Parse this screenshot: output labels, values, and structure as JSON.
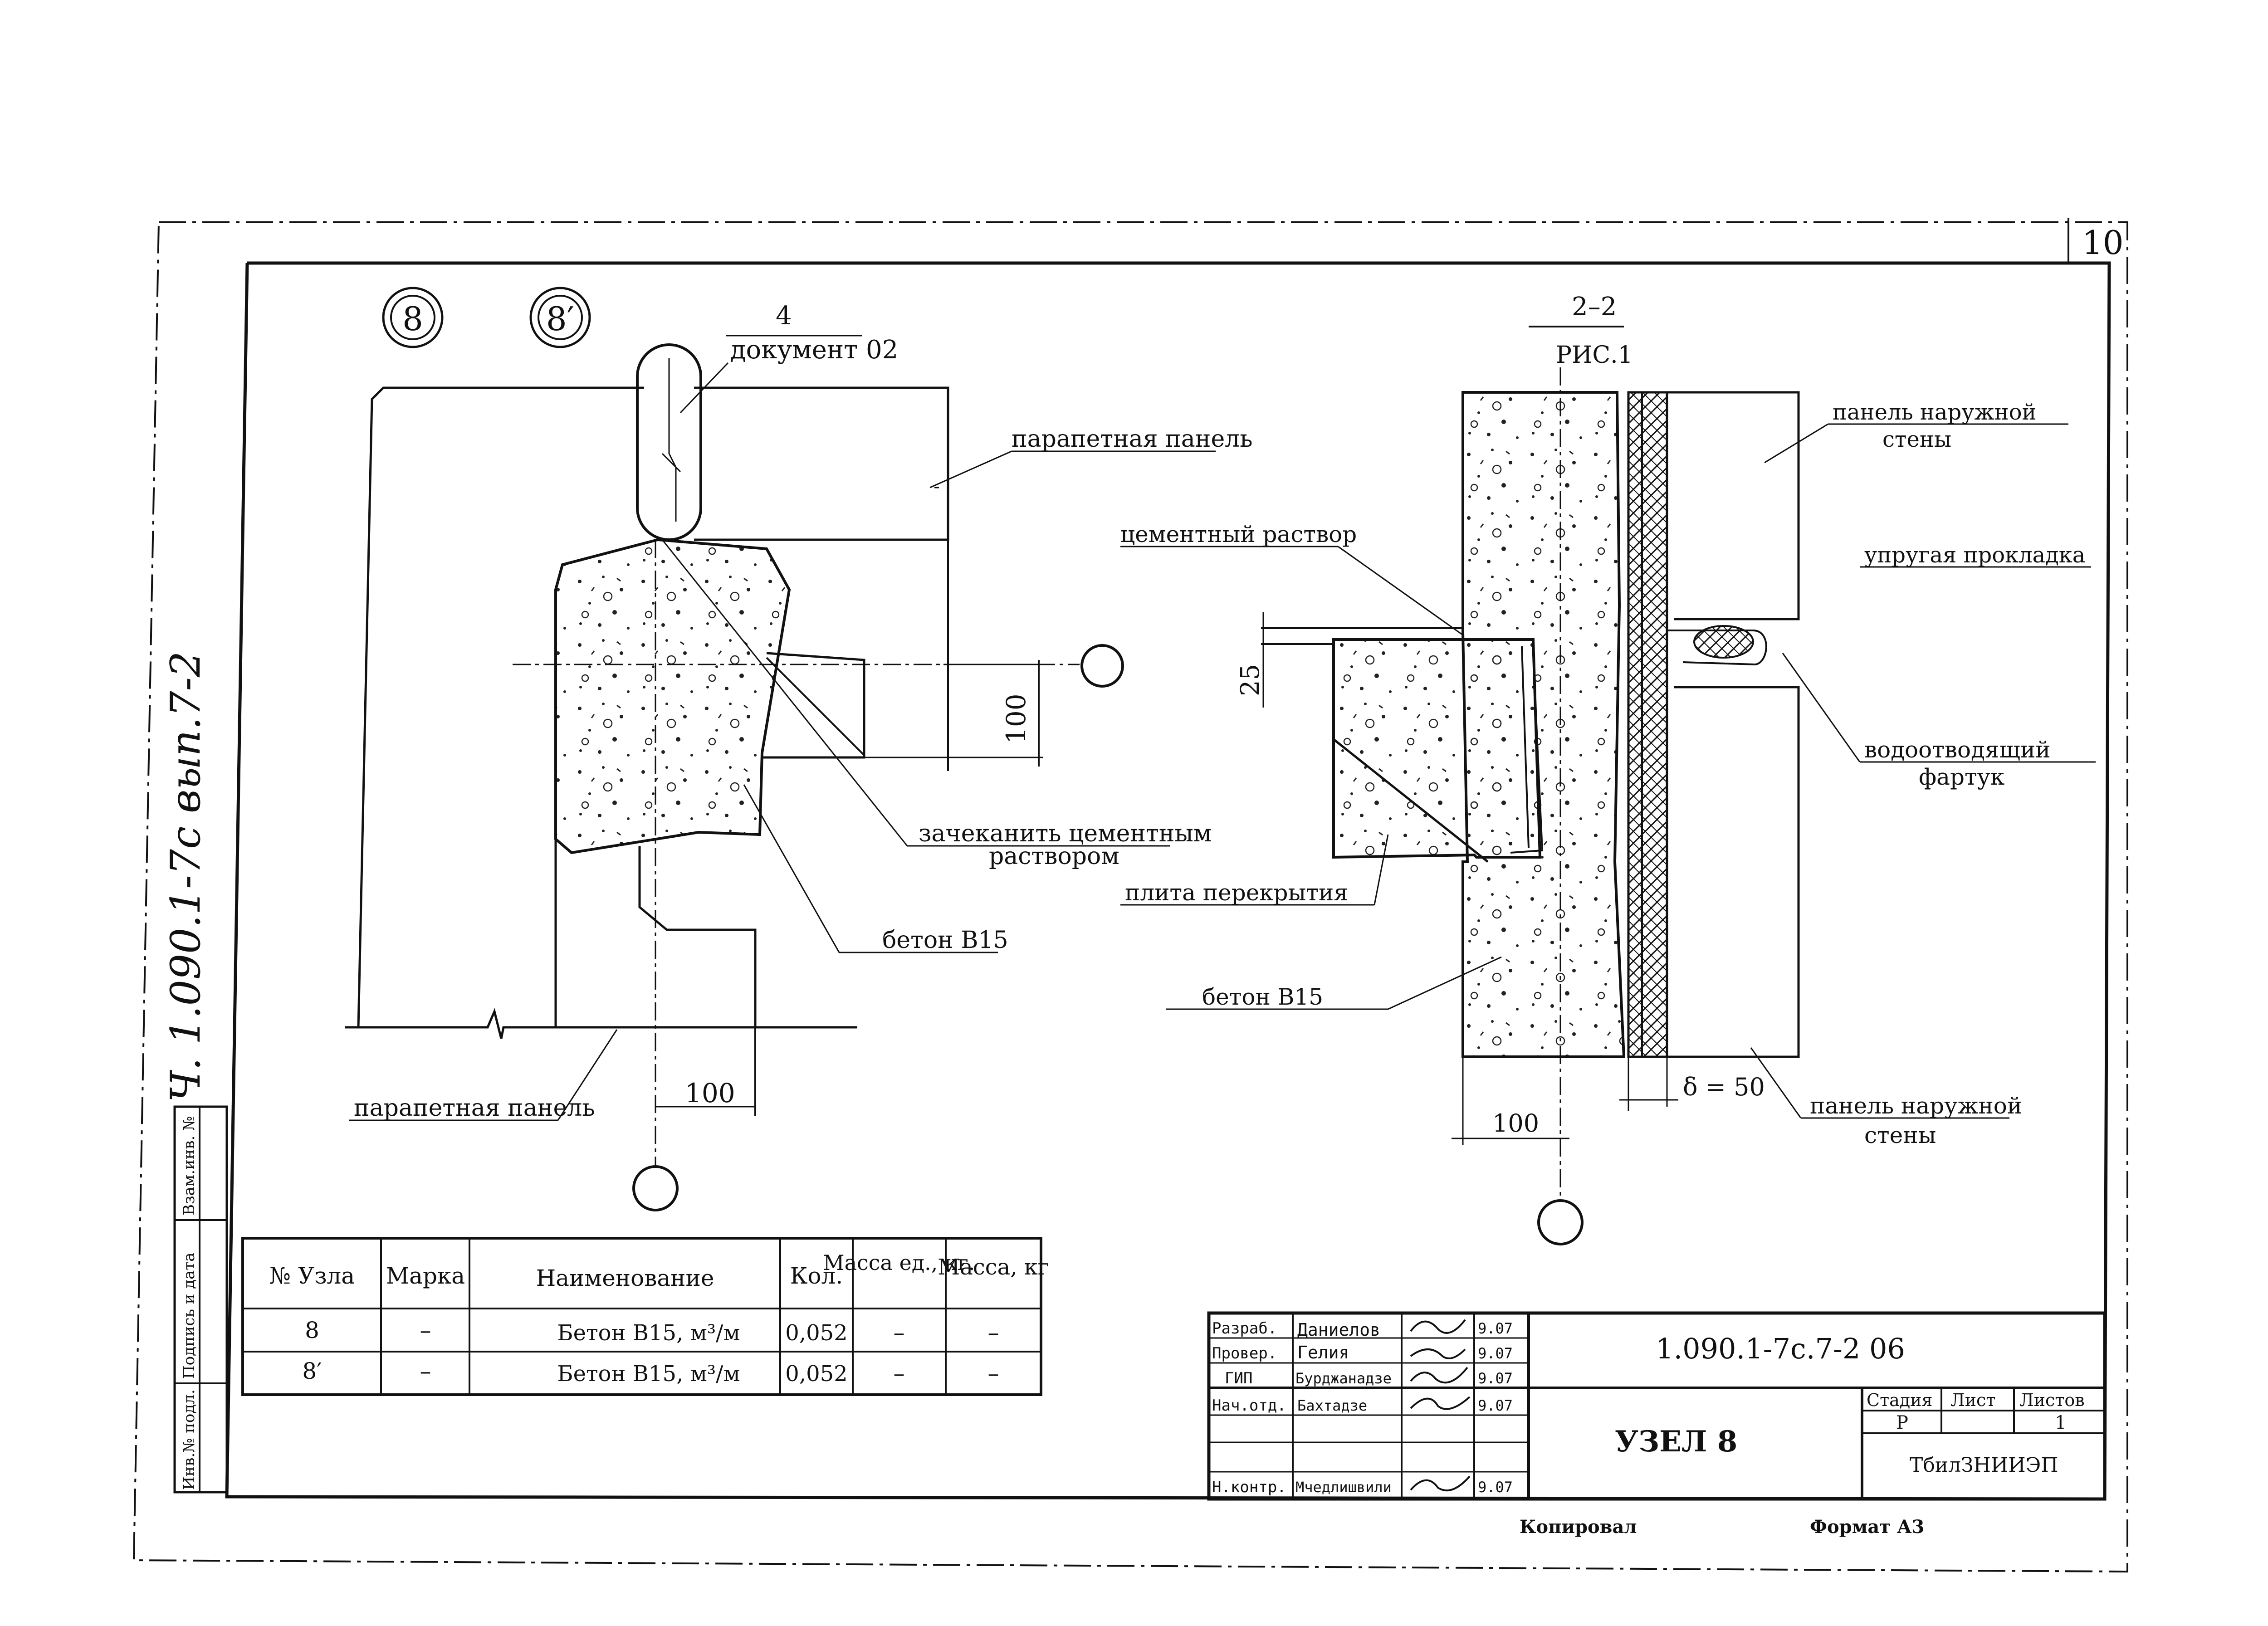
{
  "page_number": "10",
  "side_note": "Ч. 1.090.1-7с вып.7-2",
  "detail_markers": [
    "8",
    "8′"
  ],
  "left_detail": {
    "ref_mark": "4",
    "ref_text": "документ 02",
    "label_parapet_top": "парапетная панель",
    "label_fill": "зачеканить цементным",
    "label_fill_2": "раствором",
    "label_concrete": "бетон В15",
    "label_parapet_bottom": "парапетная панель",
    "dim_vertical": "100",
    "dim_horizontal": "100"
  },
  "right_detail": {
    "section_mark": "2–2",
    "sub_mark": "РИС.1",
    "label_panel_top": "панель наружной",
    "label_panel_top_2": "стены",
    "label_elastic": "упругая прокладка",
    "label_cement": "цементный раствор",
    "label_drip": "водоотводящий",
    "label_drip_2": "фартук",
    "label_slab": "плита перекрытия",
    "label_concrete": "бетон В15",
    "label_panel_bottom": "панель наружной",
    "label_panel_bottom_2": "стены",
    "dim_25": "25",
    "dim_delta": "δ = 50",
    "dim_100": "100"
  },
  "spec_table": {
    "headers": [
      "№ Узла",
      "Марка",
      "Наименование",
      "Кол.",
      "Масса ед., кг.",
      "Масса, кг"
    ],
    "rows": [
      [
        "8",
        "–",
        "Бетон В15,  м³/м",
        "0,052",
        "–",
        "–"
      ],
      [
        "8′",
        "–",
        "Бетон В15,  м³/м",
        "0,052",
        "–",
        "–"
      ]
    ]
  },
  "side_stamp": [
    "Взам.инв. №",
    "Подпись и дата",
    "Инв.№ подл."
  ],
  "title_block": {
    "roles": [
      "Разраб.",
      "Провер.",
      "ГИП",
      "Нач.отд.",
      "",
      "",
      "Н.контр."
    ],
    "names": [
      "Даниелов",
      "Гелия",
      "Бурджанадзе",
      "Бахтадзе",
      "",
      "",
      "Мчедлишвили"
    ],
    "dates": [
      "9.07",
      "9.07",
      "9.07",
      "9.07",
      "",
      "",
      "9.07"
    ],
    "doc_code": "1.090.1-7с.7-2 06",
    "drawing_title": "УЗЕЛ 8",
    "stage_label": "Стадия",
    "sheet_label": "Лист",
    "sheets_label": "Листов",
    "stage": "Р",
    "sheets": "1",
    "org": "ТбилЗНИИЭП"
  },
  "footer": {
    "copied": "Копировал",
    "format": "Формат А3"
  }
}
